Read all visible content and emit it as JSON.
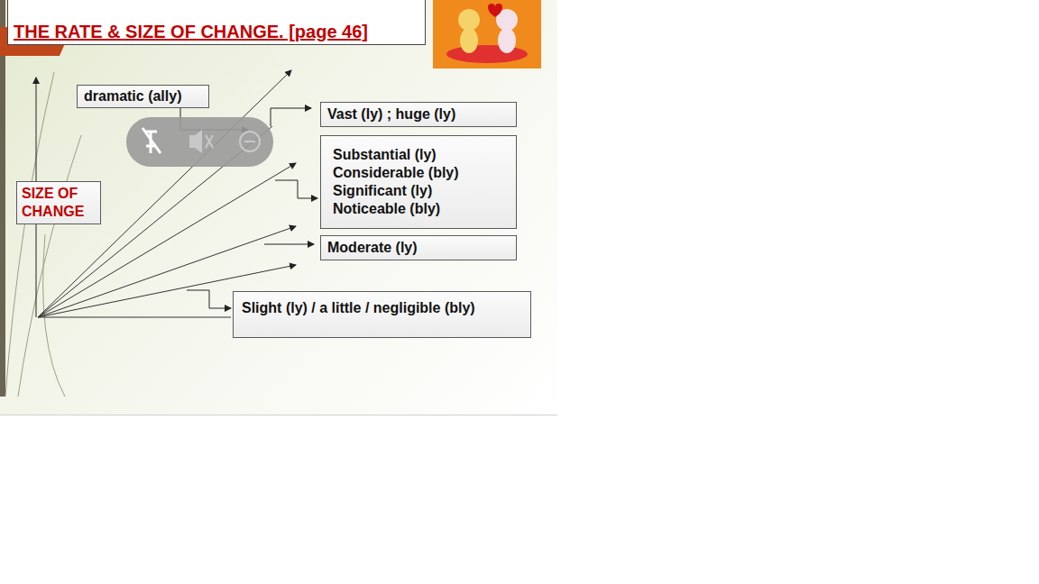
{
  "diagram": {
    "title": "THE RATE & SIZE OF CHANGE. [page 46]",
    "nodes": [
      {
        "text": [
          "dramatic (ally)"
        ]
      },
      {
        "text": [
          "Vast (ly) ; huge (ly)"
        ]
      },
      {
        "text": [
          "Substantial (ly)",
          "Considerable (bly)",
          "Significant (ly)",
          "Noticeable (bly)"
        ]
      },
      {
        "text": [
          "Moderate (ly)"
        ]
      },
      {
        "text": [
          "SIZE OF CHANGE"
        ]
      },
      {
        "text": [
          "Slight (ly) / a little / negligible (bly)"
        ]
      }
    ]
  }
}
